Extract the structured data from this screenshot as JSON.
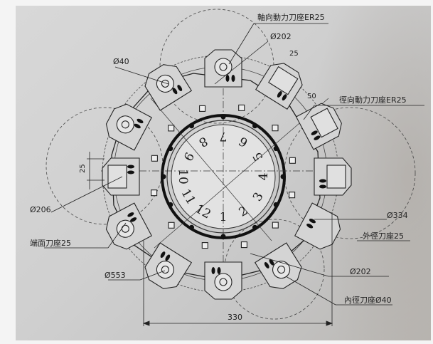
{
  "labels": {
    "axial_power_holder": "軸向動力刀座ER25",
    "phi202_top": "Ø202",
    "dim25_top": "25",
    "phi40": "Ø40",
    "dim50": "50",
    "radial_power_holder": "徑向動力刀座ER25",
    "dim25_left": "25",
    "phi206": "Ø206",
    "end_face_holder": "端面刀座25",
    "phi334": "Ø334",
    "od_holder": "外徑刀座25",
    "phi553": "Ø553",
    "phi202_bottom": "Ø202",
    "id_holder": "內徑刀座Ø40",
    "dim330": "330"
  },
  "dial_numbers": [
    "1",
    "2",
    "3",
    "4",
    "5",
    "6",
    "7",
    "8",
    "9",
    "10",
    "11",
    "12"
  ]
}
